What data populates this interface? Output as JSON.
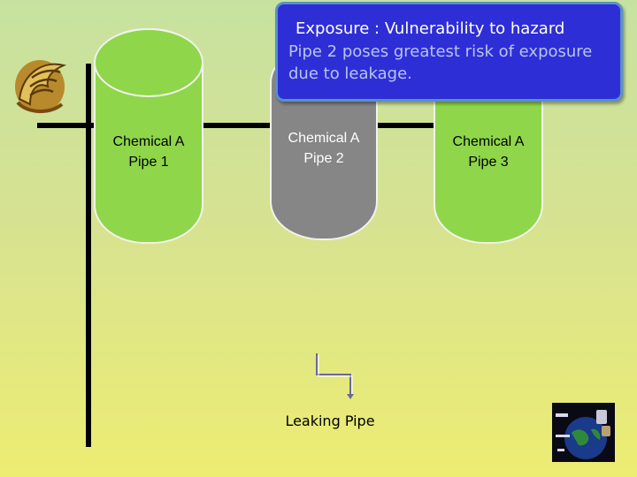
{
  "callout": {
    "title": "Exposure : Vulnerability to hazard",
    "body": "Pipe 2 poses greatest risk of exposure due to leakage."
  },
  "pipes": [
    {
      "label": "Chemical A Pipe 1",
      "line1": "Chemical A",
      "line2": "Pipe 1",
      "color": "#8fd64a"
    },
    {
      "label": "Chemical A Pipe 2",
      "line1": "Chemical A",
      "line2": "Pipe 2",
      "color": "#868686"
    },
    {
      "label": "Chemical A Pipe 3",
      "line1": "Chemical A",
      "line2": "Pipe 3",
      "color": "#8fd64a"
    }
  ],
  "leak": {
    "label": "Leaking Pipe"
  },
  "icons": {
    "logo": "pegasus-logo-icon",
    "badge": "globe-badge-icon"
  },
  "colors": {
    "callout_fill": "#2e2ed6",
    "green_pipe": "#8fd64a",
    "gray_pipe": "#868686"
  }
}
